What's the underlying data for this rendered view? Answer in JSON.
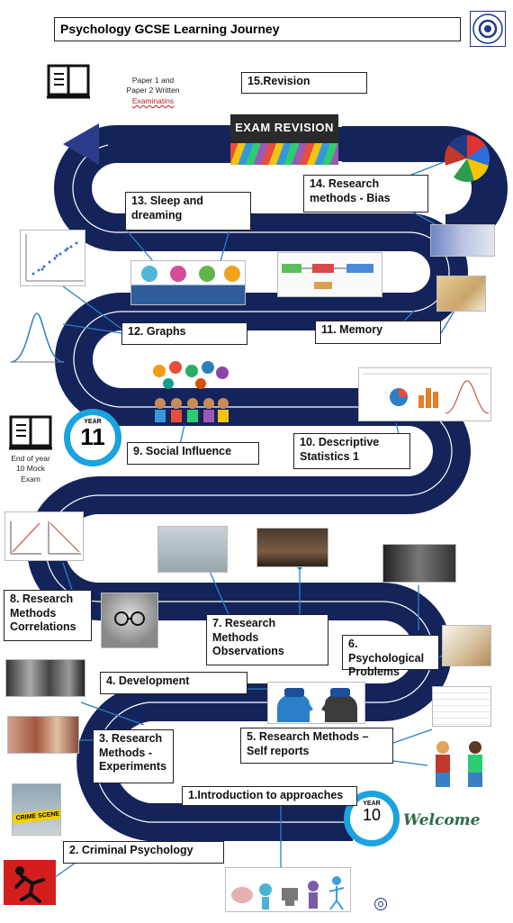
{
  "header": {
    "title": "Psychology GCSE  Learning Journey"
  },
  "notes": {
    "paper_line1": "Paper 1 and",
    "paper_line2": "Paper 2 Written",
    "paper_line3": "Examinatins",
    "mock_line1": "End of year",
    "mock_line2": "10 Mock",
    "mock_line3": "Exam"
  },
  "exam_revision_banner": "EXAM REVISION",
  "year_badges": {
    "year11_label": "YEAR",
    "year11_number": "11",
    "year10_label": "YEAR",
    "year10_number": "10"
  },
  "welcome_text": "Welcome",
  "crime_tape_text": "CRIME SCENE",
  "topics": {
    "t1": "1.Introduction to approaches",
    "t2": "2. Criminal Psychology",
    "t3": "3. Research Methods - Experiments",
    "t4": "4. Development",
    "t5": "5. Research Methods – Self reports",
    "t6": "6. Psychological Problems",
    "t7": "7. Research Methods Observations",
    "t8": "8.  Research Methods Correlations",
    "t9": "9. Social Influence",
    "t10": "10. Descriptive Statistics 1",
    "t11": "11. Memory",
    "t12": "12. Graphs",
    "t13": "13.  Sleep and dreaming",
    "t14": "14. Research methods - Bias",
    "t15": "15.Revision"
  },
  "colors": {
    "road": "#14235a",
    "road_line": "#ffffff",
    "year_ring": "#1aa3df",
    "arrow_head": "#2b3d8a",
    "connector": "#2a7fc8"
  }
}
